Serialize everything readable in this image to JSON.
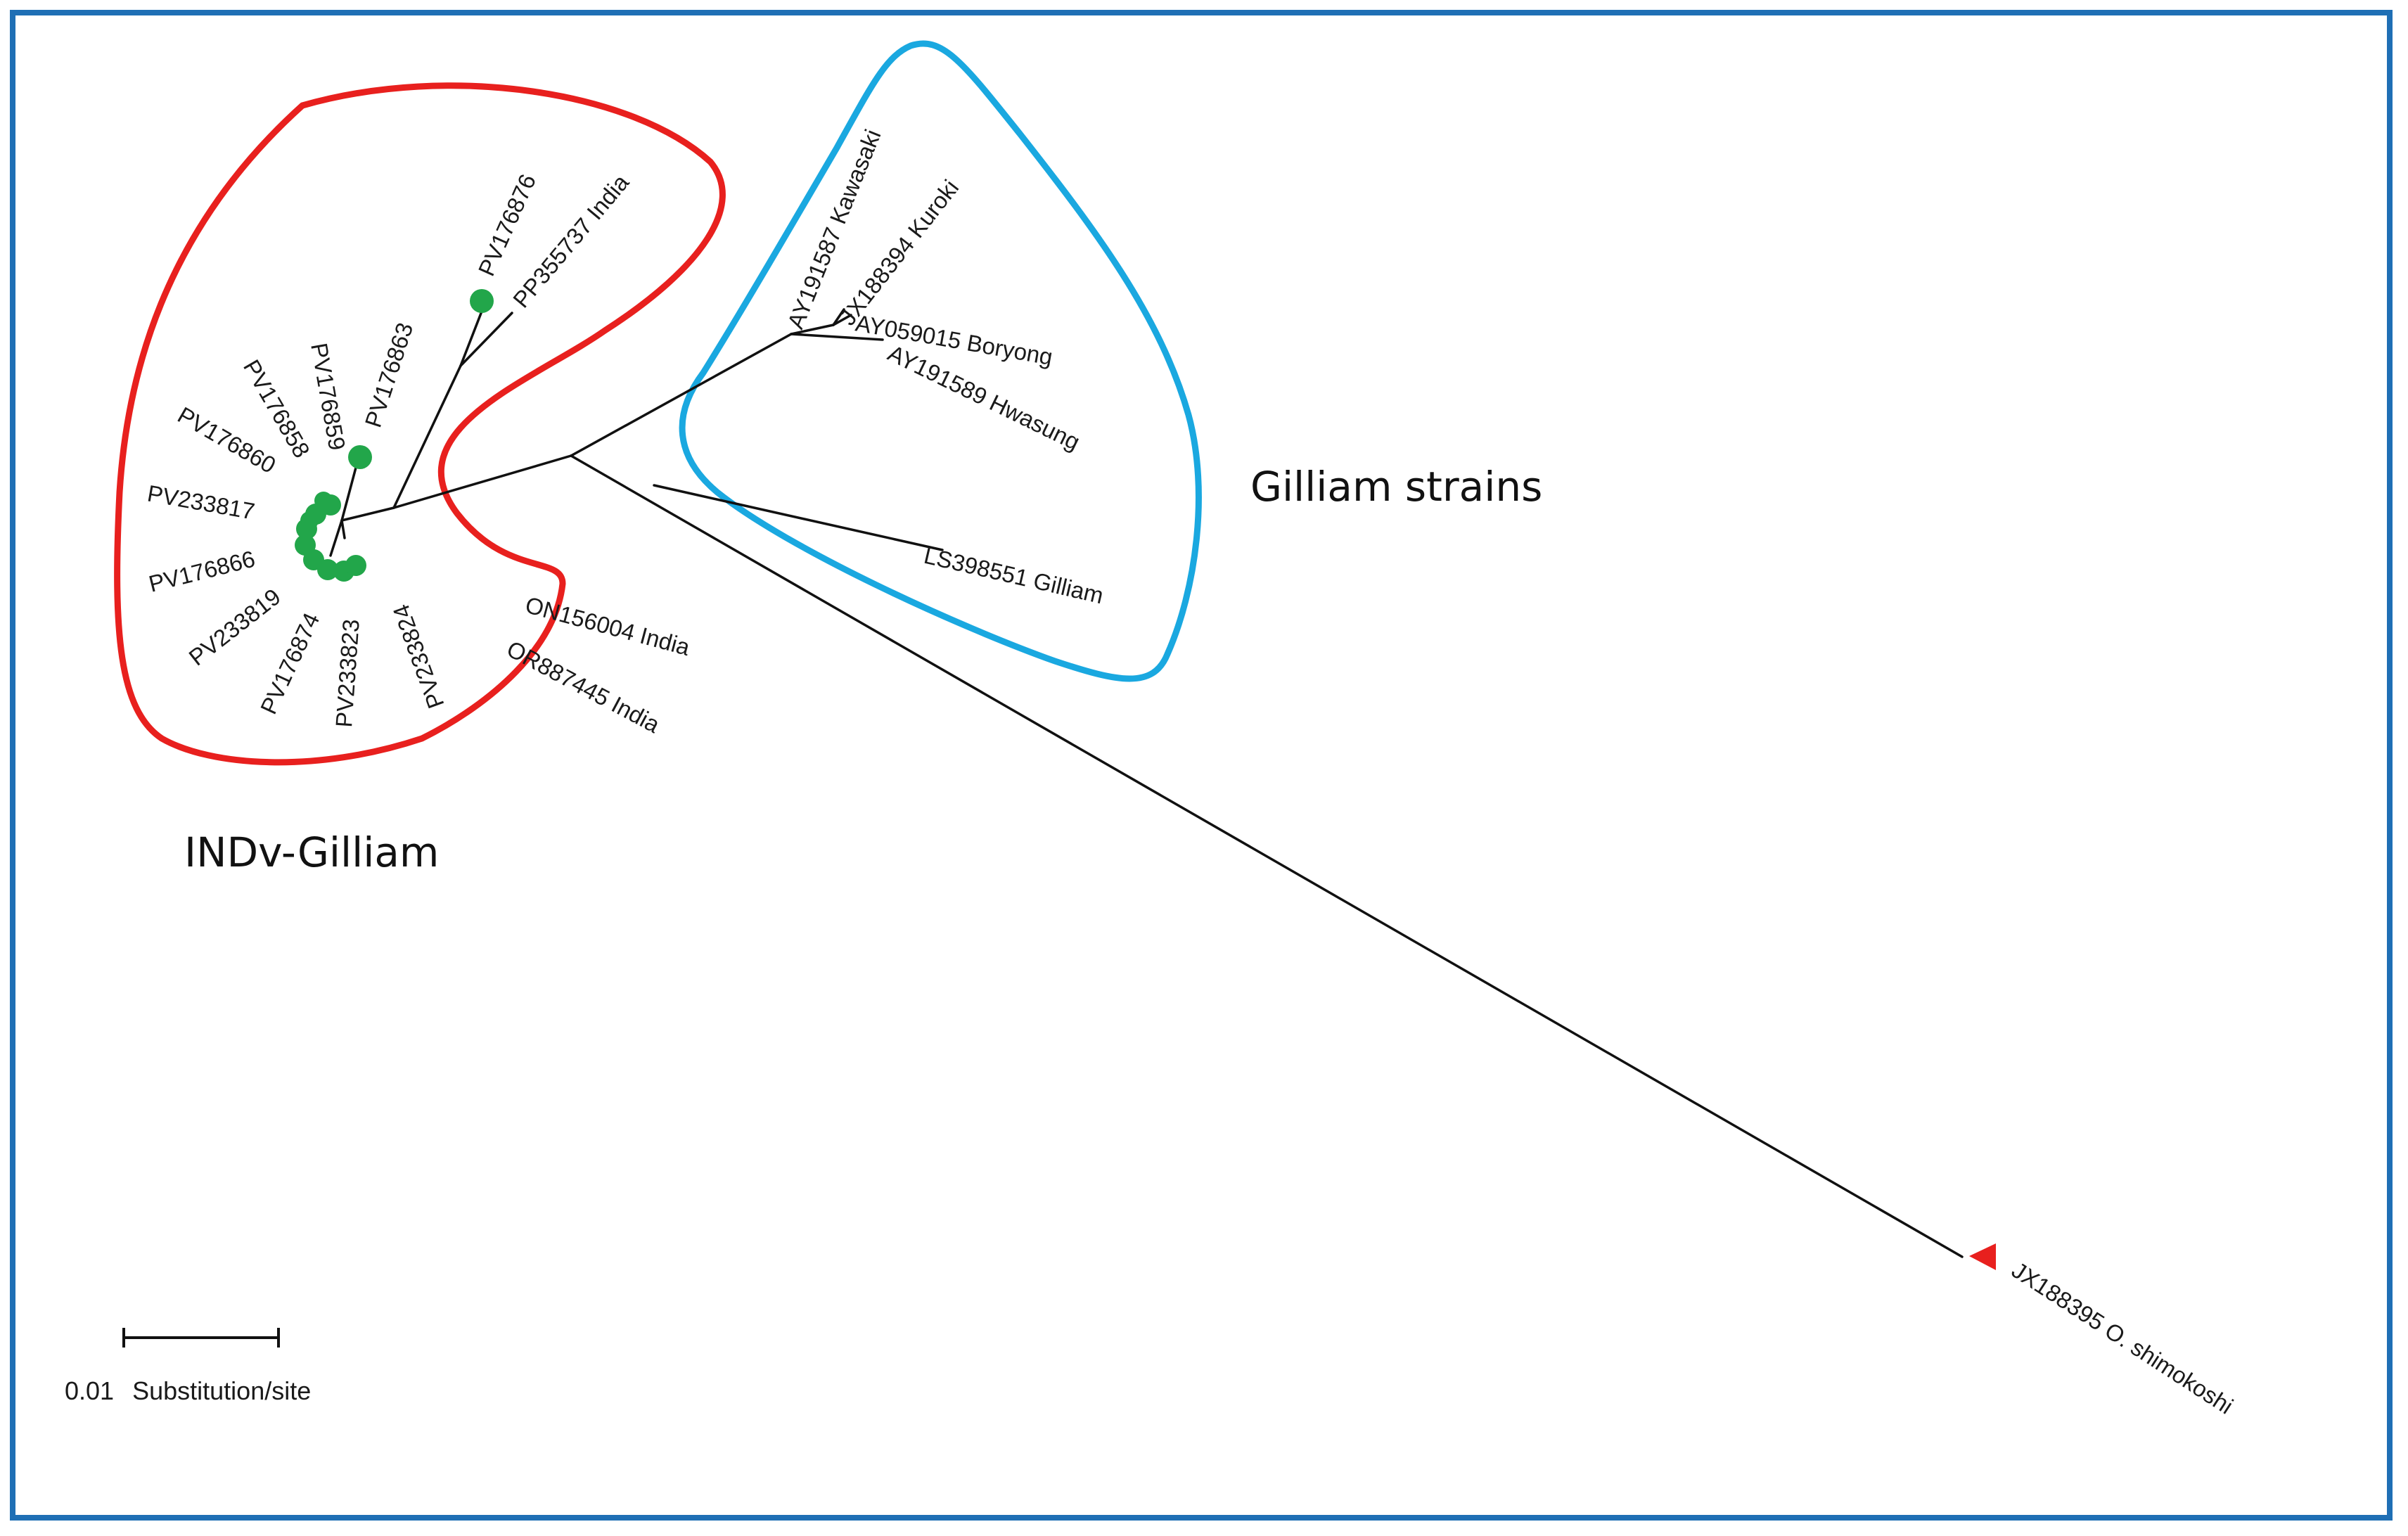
{
  "groups": {
    "india": "INDv-Gilliam",
    "gilliam": "Gilliam strains"
  },
  "leaves": {
    "pv176876": "PV176876",
    "pp355737": "PP355737 India",
    "pv176863": "PV176863",
    "pv176859": "PV176859",
    "pv176858": "PV176858",
    "pv176860": "PV176860",
    "pv233817": "PV233817",
    "pv176866": "PV176866",
    "pv233819": "PV233819",
    "pv176874": "PV176874",
    "pv233823": "PV233823",
    "pv233824": "PV233824",
    "or887445": "OR887445 India",
    "on156004": "ON156004 India",
    "ay191587": "AY191587 Kawasaki",
    "jx188394": "JX188394 Kuroki",
    "ay059015": "AY059015 Boryong",
    "ay191589": "AY191589 Hwasung",
    "ls398551": "LS398551 Gilliam",
    "jx188395": "JX188395 O. shimokoshi"
  },
  "scale": {
    "value": "0.01",
    "unit": "Substitution/site"
  },
  "colors": {
    "frame": "#1f6fb5",
    "india_outline": "#e8201e",
    "gilliam_outline": "#1aa8e0",
    "sample_marker": "#22a64a",
    "outgroup_marker": "#e8201e"
  },
  "markers": {
    "sample_marker_shape": "circle",
    "outgroup_marker_shape": "triangle"
  }
}
